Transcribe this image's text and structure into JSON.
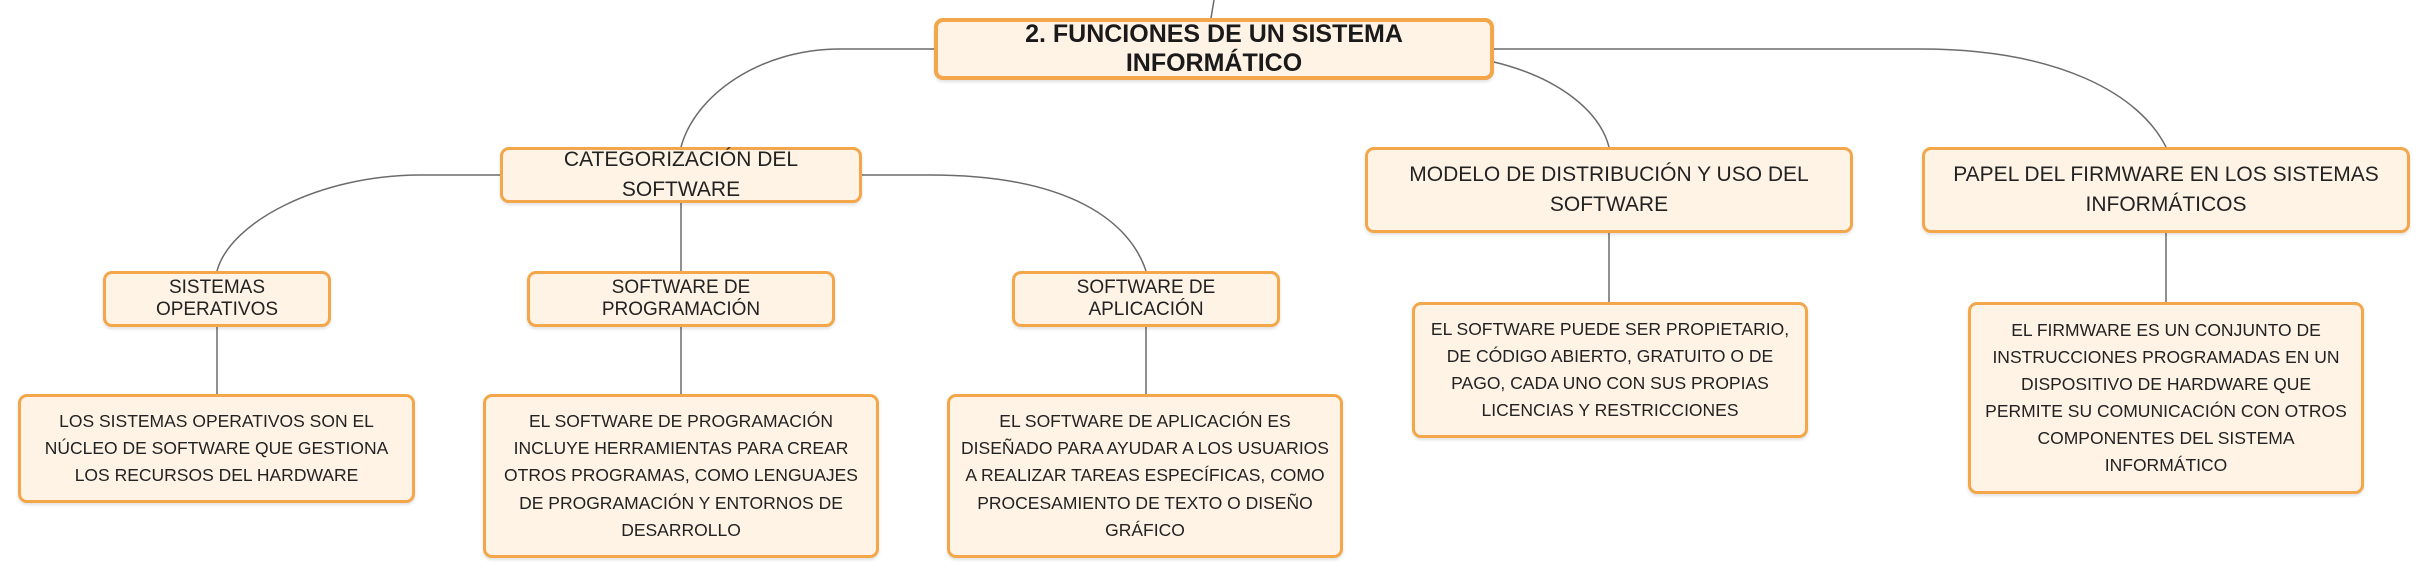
{
  "map": {
    "root": {
      "label": "2. FUNCIONES DE UN SISTEMA INFORMÁTICO"
    },
    "categorizacion": {
      "label": "CATEGORIZACIÓN DEL SOFTWARE",
      "sistemas_operativos": {
        "label": "SISTEMAS OPERATIVOS",
        "detail": "LOS SISTEMAS OPERATIVOS SON EL NÚCLEO DE SOFTWARE QUE GESTIONA LOS RECURSOS DEL HARDWARE"
      },
      "programacion": {
        "label": "SOFTWARE DE PROGRAMACIÓN",
        "detail": "EL SOFTWARE DE PROGRAMACIÓN INCLUYE HERRAMIENTAS PARA CREAR OTROS PROGRAMAS, COMO LENGUAJES DE PROGRAMACIÓN Y ENTORNOS DE DESARROLLO"
      },
      "aplicacion": {
        "label": "SOFTWARE DE APLICACIÓN",
        "detail": "EL SOFTWARE DE APLICACIÓN ES DISEÑADO PARA AYUDAR A LOS USUARIOS A REALIZAR TAREAS ESPECÍFICAS, COMO PROCESAMIENTO DE TEXTO O DISEÑO GRÁFICO"
      }
    },
    "modelo": {
      "label": "MODELO DE DISTRIBUCIÓN Y USO DEL SOFTWARE",
      "detail": "EL SOFTWARE PUEDE SER PROPIETARIO, DE CÓDIGO ABIERTO, GRATUITO O DE PAGO, CADA UNO CON SUS PROPIAS LICENCIAS Y RESTRICCIONES"
    },
    "firmware": {
      "label": "PAPEL DEL FIRMWARE EN LOS SISTEMAS INFORMÁTICOS",
      "detail": "EL FIRMWARE ES UN CONJUNTO DE INSTRUCCIONES PROGRAMADAS EN UN DISPOSITIVO DE HARDWARE QUE PERMITE SU COMUNICACIÓN CON OTROS COMPONENTES DEL SISTEMA INFORMÁTICO"
    }
  },
  "colors": {
    "node_fill": "#fff3e6",
    "node_border": "#f3a64a",
    "connector": "#6b6b6b"
  }
}
